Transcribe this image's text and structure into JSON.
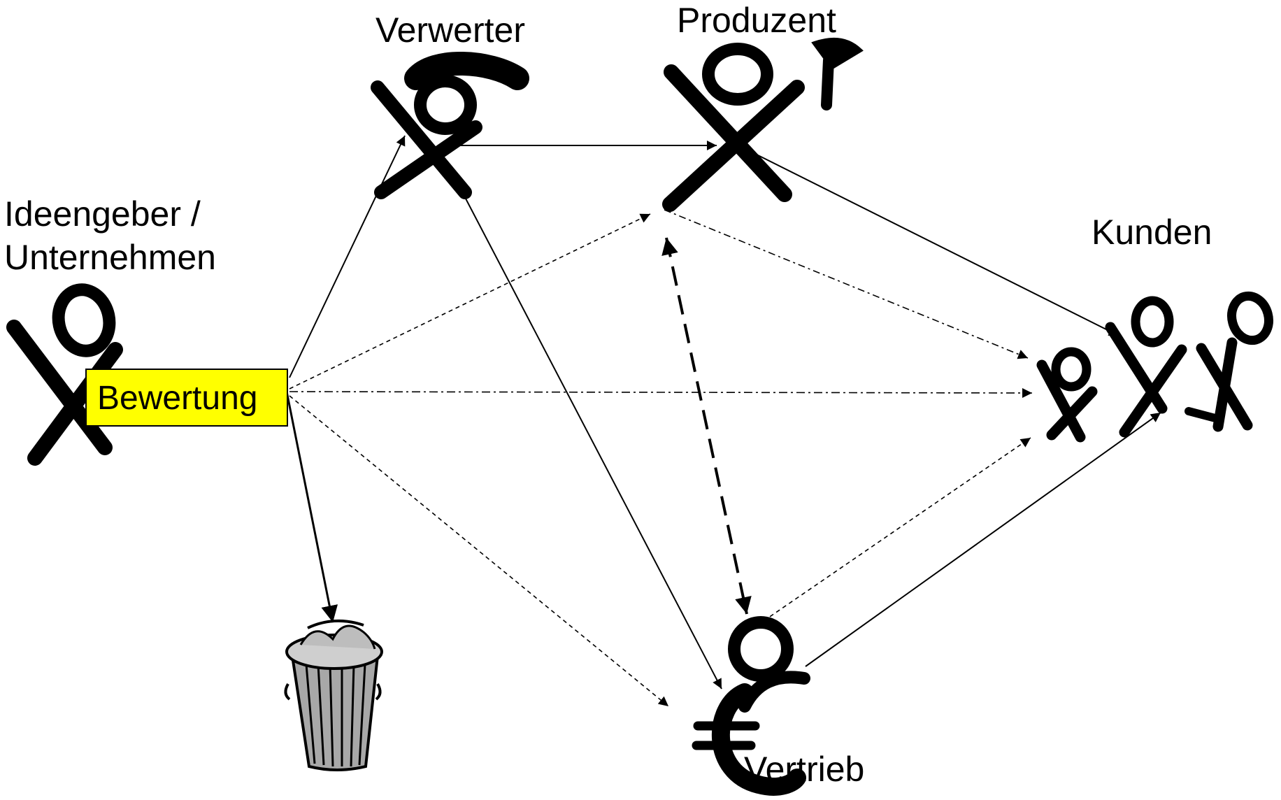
{
  "nodes": {
    "verwerter": "Verwerter",
    "produzent": "Produzent",
    "ideengeber_line1": "Ideengeber /",
    "ideengeber_line2": "Unternehmen",
    "kunden": "Kunden",
    "vertrieb": "Vertrieb",
    "bewertung": "Bewertung"
  },
  "edges": [
    {
      "from": "Bewertung",
      "to": "Verwerter",
      "style": "solid"
    },
    {
      "from": "Bewertung",
      "to": "Papierkorb",
      "style": "solid"
    },
    {
      "from": "Bewertung",
      "to": "Produzent",
      "style": "dotted"
    },
    {
      "from": "Bewertung",
      "to": "Kunden",
      "style": "dash-dot"
    },
    {
      "from": "Bewertung",
      "to": "Vertrieb",
      "style": "dotted"
    },
    {
      "from": "Verwerter",
      "to": "Produzent",
      "style": "solid"
    },
    {
      "from": "Verwerter",
      "to": "Vertrieb",
      "style": "solid"
    },
    {
      "from": "Produzent",
      "to": "Kunden",
      "style": "solid"
    },
    {
      "from": "Produzent",
      "to": "Kunden",
      "style": "dash-dot"
    },
    {
      "from": "Produzent",
      "to": "Vertrieb",
      "style": "dashed",
      "bidirectional": true
    },
    {
      "from": "Vertrieb",
      "to": "Kunden",
      "style": "solid"
    },
    {
      "from": "Vertrieb",
      "to": "Kunden",
      "style": "dotted"
    }
  ],
  "colors": {
    "highlight": "#ffff00",
    "ink": "#000000",
    "trash_can": "#a8a8a8"
  },
  "icons": {
    "people": "stick-figure-icon",
    "trash": "trash-can-icon",
    "currency": "euro-icon"
  }
}
